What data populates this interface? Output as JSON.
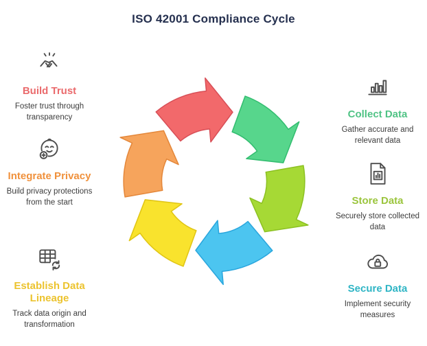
{
  "title": "ISO 42001 Compliance Cycle",
  "left_items": [
    {
      "icon": "handshake-icon",
      "title": "Build Trust",
      "color": "#ea6a6c",
      "description": "Foster trust through transparency"
    },
    {
      "icon": "privacy-face-icon",
      "title": "Integrate Privacy",
      "color": "#f0913c",
      "description": "Build privacy protections from the start"
    },
    {
      "icon": "data-table-sync-icon",
      "title": "Establish Data Lineage",
      "color": "#ecc32e",
      "description": "Track data origin and transformation"
    }
  ],
  "right_items": [
    {
      "icon": "bar-chart-icon",
      "title": "Collect Data",
      "color": "#50c385",
      "description": "Gather accurate and relevant data"
    },
    {
      "icon": "document-chart-icon",
      "title": "Store Data",
      "color": "#9bc53d",
      "description": "Securely store collected data"
    },
    {
      "icon": "cloud-lock-icon",
      "title": "Secure Data",
      "color": "#2fb5c5",
      "description": "Implement security measures"
    }
  ],
  "cycle": {
    "arrows": [
      {
        "name": "red",
        "color": "#f2696b",
        "stroke": "#d84f57"
      },
      {
        "name": "green",
        "color": "#57d68c",
        "stroke": "#33bd70"
      },
      {
        "name": "lime",
        "color": "#a6d935",
        "stroke": "#8cc122"
      },
      {
        "name": "blue",
        "color": "#4cc5f0",
        "stroke": "#2aa6dd"
      },
      {
        "name": "yellow",
        "color": "#f9e32d",
        "stroke": "#e0c514"
      },
      {
        "name": "orange",
        "color": "#f6a45c",
        "stroke": "#e4873a"
      }
    ]
  }
}
